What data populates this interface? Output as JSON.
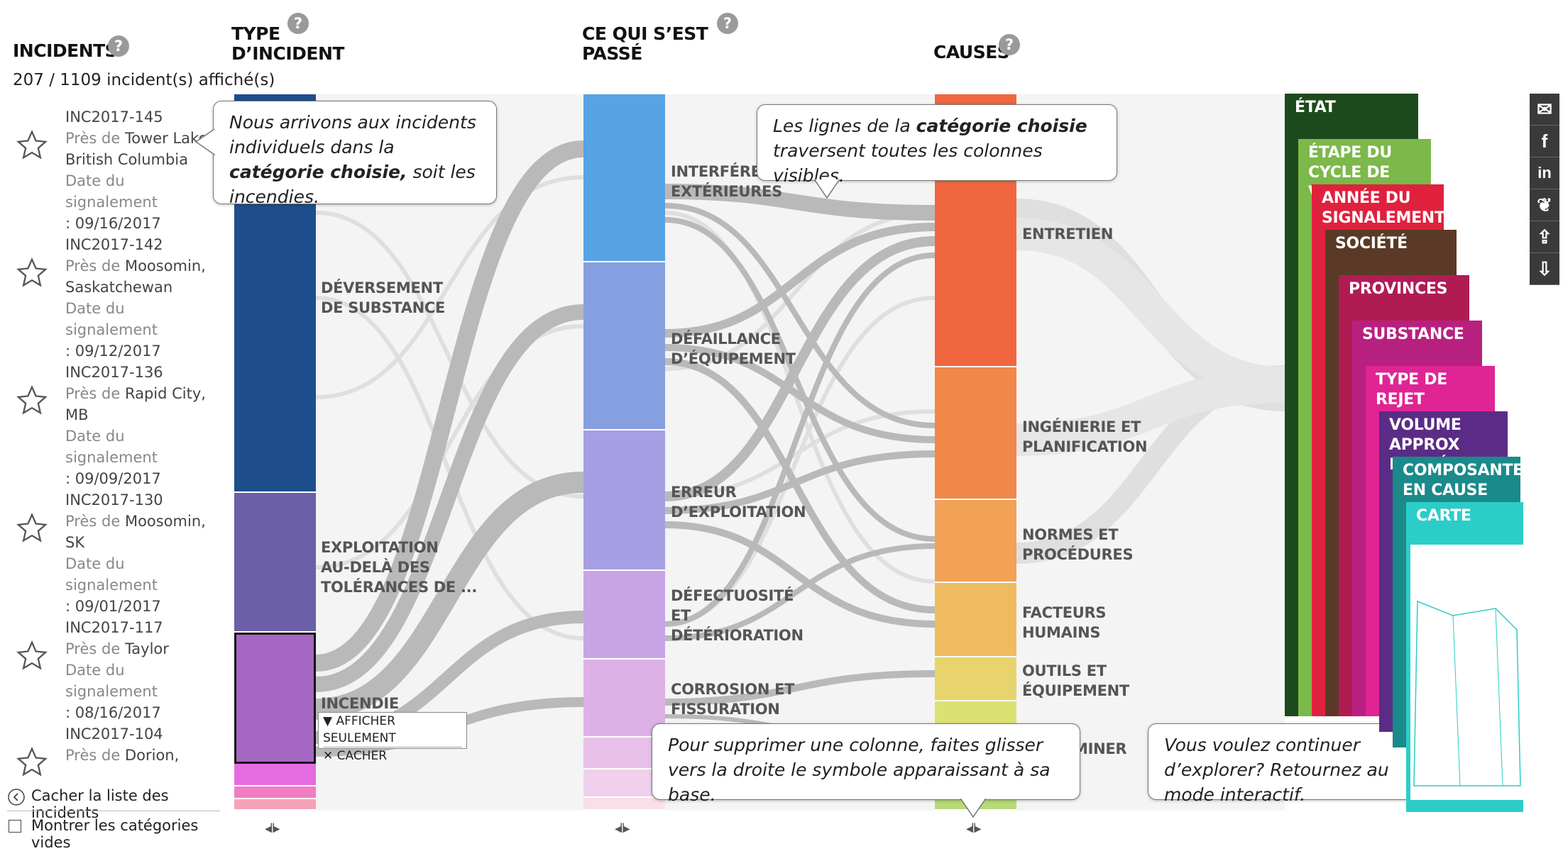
{
  "headers": {
    "incidents": "INCIDENTS",
    "type_line1": "TYPE",
    "type_line2": "D’INCIDENT",
    "what_line1": "CE QUI S’EST",
    "what_line2": "PASSÉ",
    "causes": "CAUSES"
  },
  "count_text": "207 / 1109 incident(s) affiché(s)",
  "incidents": [
    {
      "id": "INC2017-145",
      "near": "Près de",
      "loc": "Tower Lake, British Columbia",
      "date_label": "Date du signalement",
      "date": ": 09/16/2017"
    },
    {
      "id": "INC2017-142",
      "near": "Près de",
      "loc": "Moosomin, Saskatchewan",
      "date_label": "Date du signalement",
      "date": ": 09/12/2017"
    },
    {
      "id": "INC2017-136",
      "near": "Près de",
      "loc": "Rapid City, MB",
      "date_label": "Date du signalement",
      "date": ": 09/09/2017"
    },
    {
      "id": "INC2017-130",
      "near": "Près de",
      "loc": "Moosomin, SK",
      "date_label": "Date du signalement",
      "date": ": 09/01/2017"
    },
    {
      "id": "INC2017-117",
      "near": "Près de",
      "loc": "Taylor",
      "date_label": "Date du signalement",
      "date": ": 08/16/2017"
    },
    {
      "id": "INC2017-104",
      "near": "Près de",
      "loc": "Dorion,",
      "date_label": "",
      "date": ""
    }
  ],
  "controls": {
    "hide_list": "Cacher la liste des incidents",
    "show_empty": "Montrer les catégories vides"
  },
  "type_labels": {
    "spill_1": "DÉVERSEMENT",
    "spill_2": "DE SUBSTANCE",
    "op_1": "EXPLOITATION",
    "op_2": "AU-DELÀ DES",
    "op_3": "TOLÉRANCES DE ...",
    "fire": "INCENDIE"
  },
  "filter_menu": {
    "show_only": "AFFICHER SEULEMENT",
    "hide": "CACHER"
  },
  "what_labels": {
    "ext_1": "INTERFÉRENCES",
    "ext_2": "EXTÉRIEURES",
    "equip_1": "DÉFAILLANCE",
    "equip_2": "D’ÉQUIPEMENT",
    "oper_1": "ERREUR",
    "oper_2": "D’EXPLOITATION",
    "def_1": "DÉFECTUOSITÉ",
    "def_2": "ET",
    "def_3": "DÉTÉRIORATION",
    "corr_1": "CORROSION ET",
    "corr_2": "FISSURATION"
  },
  "cause_labels": {
    "maint": "ENTRETIEN",
    "eng_1": "INGÉNIERIE ET",
    "eng_2": "PLANIFICATION",
    "std_1": "NORMES ET",
    "std_2": "PROCÉDURES",
    "hum_1": "FACTEURS",
    "hum_2": "HUMAINS",
    "tool_1": "OUTILS ET",
    "tool_2": "ÉQUIPEMENT",
    "det": "MINER"
  },
  "callouts": {
    "c1_a": "Nous arrivons aux incidents individuels dans la ",
    "c1_b": "catégorie choisie,",
    "c1_c": " soit les incendies.",
    "c2_a": "Les lignes de la ",
    "c2_b": "catégorie choisie",
    "c2_c": " traversent toutes les colonnes visibles.",
    "c3": "Pour supprimer une colonne, faites glisser vers la droite le symbole apparaissant à sa base.",
    "c4": "Vous voulez continuer d’explorer? Retournez au mode interactif."
  },
  "cards": [
    {
      "label_1": "ÉTAT",
      "label_2": "",
      "color": "#1d4a1c"
    },
    {
      "label_1": "ÉTAPE DU",
      "label_2": "CYCLE DE VIE",
      "color": "#7cb84a"
    },
    {
      "label_1": "ANNÉE DU",
      "label_2": "SIGNALEMENT",
      "color": "#e0213e"
    },
    {
      "label_1": "SOCIÉTÉ",
      "label_2": "",
      "color": "#5a3a26"
    },
    {
      "label_1": "PROVINCES",
      "label_2": "",
      "color": "#b01c52"
    },
    {
      "label_1": "SUBSTANCE",
      "label_2": "",
      "color": "#b8207f"
    },
    {
      "label_1": "TYPE DE REJET",
      "label_2": "",
      "color": "#e02494"
    },
    {
      "label_1": "VOLUME",
      "label_2": "APPROX REJETÉ",
      "color": "#5a2c86"
    },
    {
      "label_1": "COMPOSANTES",
      "label_2": "EN CAUSE",
      "color": "#1b8a8a"
    },
    {
      "label_1": "CARTE",
      "label_2": "",
      "color": "#2ccdc8"
    }
  ],
  "colors": {
    "spill": "#1f4e8c",
    "operation": "#6b5fa8",
    "fire": "#a566c4",
    "flow": "#b9b9b9"
  },
  "share_icons": [
    "mail-icon",
    "facebook-icon",
    "linkedin-icon",
    "twitter-icon",
    "share-image-icon",
    "download-icon"
  ]
}
